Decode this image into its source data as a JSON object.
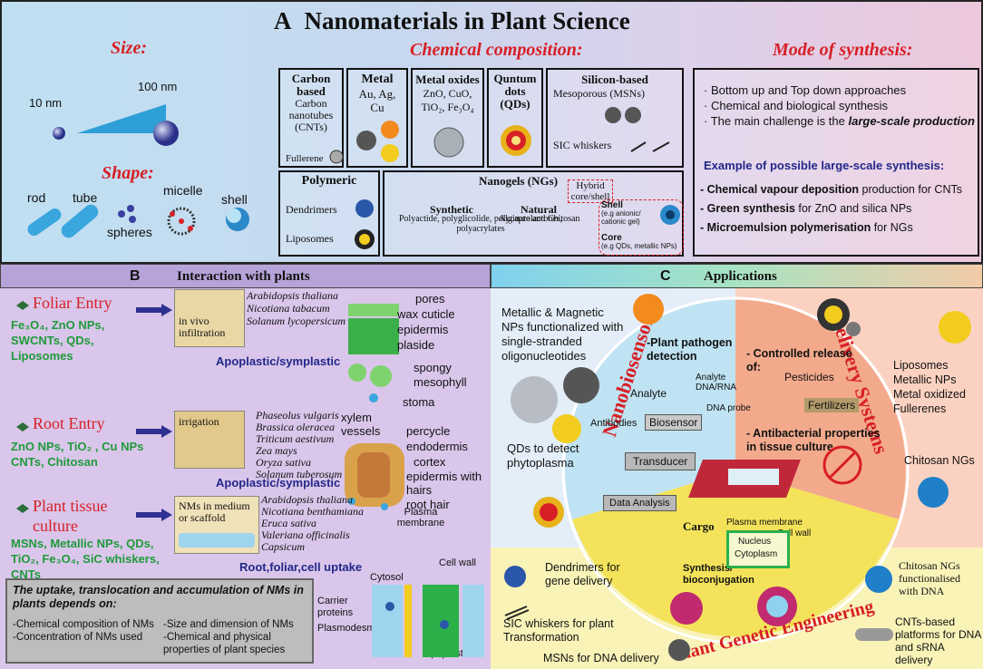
{
  "panel_a": {
    "letter": "A",
    "title": "Nanomaterials in Plant Science",
    "size_title": "Size:",
    "size_small": "10 nm",
    "size_large": "100 nm",
    "shape_title": "Shape:",
    "shapes": [
      "rod",
      "tube",
      "spheres",
      "micelle",
      "shell"
    ],
    "chem_title": "Chemical composition:",
    "carbon": {
      "title": "Carbon based",
      "text": "Carbon nanotubes (CNTs)",
      "fullerene": "Fullerene"
    },
    "metal": {
      "title": "Metal",
      "text": "Au, Ag, Cu"
    },
    "oxides": {
      "title": "Metal oxides",
      "line1": "ZnO, CuO,",
      "line2": "TiO₂, Fe₃O₄"
    },
    "qdots": {
      "title": "Quntum dots (QDs)"
    },
    "silicon": {
      "title": "Silicon-based",
      "mesoporous": "Mesoporous (MSNs)",
      "sic": "SIC whiskers"
    },
    "polymeric": {
      "title": "Polymeric",
      "dendrimers": "Dendrimers",
      "liposomes": "Liposomes"
    },
    "nanogels": {
      "title": "Nanogels (NGs)",
      "hybrid": "Hybrid core/shell",
      "synthetic": "Synthetic",
      "synthetic_text": "Polyactide, polyglicolide, polycaprolactones, polyacrylates",
      "natural": "Natural",
      "natural_text": "Alginate and Chitosan",
      "shell": "Shell",
      "shell_text": "(e.g anionic/ cationic gel)",
      "core": "Core",
      "core_text": "(e.g QDs, metallic NPs)"
    },
    "synth_title": "Mode of synthesis:",
    "synth_points": [
      "Bottom up and Top down approaches",
      "Chemical and biological synthesis",
      "The main challenge is the"
    ],
    "synth_emph": "large-scale production",
    "synth_example": "Example of possible large-scale synthesis:",
    "synth_items": [
      {
        "bold": "- Chemical vapour deposition",
        "rest": " production for CNTs"
      },
      {
        "bold": "- Green synthesis",
        "rest": " for ZnO and silica NPs"
      },
      {
        "bold": "- Microemulsion polymerisation",
        "rest": " for NGs"
      }
    ]
  },
  "panel_b": {
    "letter": "B",
    "title": "Interaction with plants",
    "foliar": {
      "title": "Foliar Entry",
      "nms": "Fe₃O₄, ZnO NPs, SWCNTs, QDs, Liposomes",
      "method": "in vivo infiltration",
      "species": [
        "Arabidopsis thaliana",
        "Nicotiana tabacum",
        "Solanum lycopersicum"
      ],
      "path": "Apoplastic/symplastic",
      "labels": [
        "pores",
        "wax cuticle",
        "epidermis",
        "plaside",
        "spongy mesophyll",
        "stoma"
      ]
    },
    "root": {
      "title": "Root Entry",
      "nms": "ZnO NPs, TiO₂ , Cu NPs CNTs, Chitosan",
      "method": "irrigation",
      "species": [
        "Phaseolus vulgaris",
        "Brassica oleracea",
        "Triticum aestivum",
        "Zea mays",
        "Oryza sativa",
        "Solanum tuberosum"
      ],
      "path": "Apoplastic/symplastic",
      "labels": [
        "xylem vessels",
        "percycle",
        "endodermis",
        "cortex",
        "epidermis with hairs",
        "root hair"
      ]
    },
    "tissue": {
      "title": "Plant tissue culture",
      "nms": "MSNs, Metallic NPs, QDs, TiO₂, Fe₃O₄, SiC whiskers, CNTs",
      "method": "NMs in medium or scaffold",
      "species": [
        "Arabidopsis thaliana",
        "Nicotiana benthamiana",
        "Eruca sativa",
        "Valeriana officinalis",
        "Capsicum"
      ],
      "path": "Root,foliar,cell uptake",
      "labels": [
        "Plasma membrane",
        "Cytosol",
        "Cell wall",
        "Carrier proteins",
        "Plasmodesmata",
        "Apoplast"
      ]
    },
    "depends": {
      "title": "The uptake, translocation and accumulation of NMs in plants depends on:",
      "items": [
        "-Chemical composition of NMs",
        "-Concentration of NMs used",
        "-Size and dimension of NMs",
        "-Chemical and physical properties of plant species"
      ]
    }
  },
  "panel_c": {
    "letter": "C",
    "title": "Applications",
    "biosensors": "Nanobiosensors",
    "delivery": "Delivery Systems",
    "genetic": "Plant Genetic Engineering",
    "metallic_text": "Metallic & Magnetic NPs functionalized with single-stranded oligonucleotides",
    "qds_text": "QDs to detect phytoplasma",
    "pathogen": "-Plant pathogen detection",
    "analyte": "Analyte",
    "analyte_dna": "Analyte DNA/RNA",
    "dna_probe": "DNA probe",
    "antibodies": "Antibodies",
    "biosensor": "Biosensor",
    "transducer": "Transducer",
    "data_analysis": "Data Analysis",
    "controlled": "- Controlled release of:",
    "pesticides": "Pesticides",
    "fertilizers": "Fertilizers",
    "antibacterial": "- Antibacterial properties in tissue culture",
    "delivery_list": "Liposomes Metallic NPs Metal oxidized Fullerenes",
    "chitosan": "Chitosan NGs",
    "cargo": "Cargo",
    "synthesis": "Synthesis/ bioconjugation",
    "plasma": "Plasma membrane",
    "cellwall": "Cell wall",
    "nucleus": "Nucleus",
    "cytoplasm": "Cytoplasm",
    "dendrimers": "Dendrimers for gene delivery",
    "sic": "SIC whiskers for plant Transformation",
    "msns": "MSNs for DNA delivery",
    "chitosan_dna": "Chitosan NGs functionalised with DNA",
    "cnts": "CNTs-based platforms for DNA and sRNA delivery"
  }
}
